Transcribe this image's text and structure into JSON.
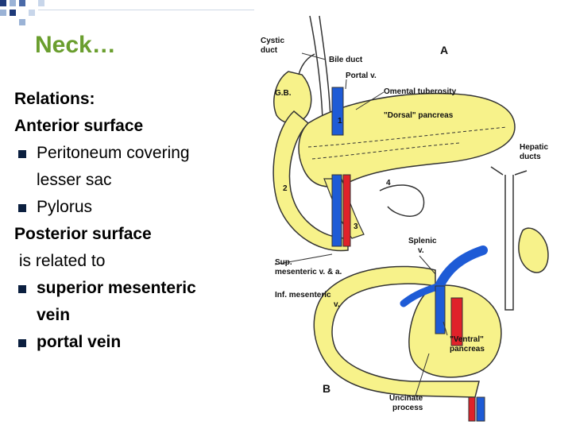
{
  "slide": {
    "title": "Neck…",
    "lines": [
      {
        "text": "Relations:",
        "bold": true
      },
      {
        "text": "Anterior surface",
        "bold": true
      },
      {
        "text": "Peritoneum covering",
        "bold": false,
        "bullet": true
      },
      {
        "text": "lesser sac",
        "bold": false,
        "indent": true
      },
      {
        "text": "Pylorus",
        "bold": false,
        "bullet": true
      },
      {
        "text": "Posterior surface",
        "bold": true
      },
      {
        "text": " is related to",
        "bold": false
      },
      {
        "text": "superior mesenteric",
        "bold": true,
        "bullet": true
      },
      {
        "text": "vein",
        "bold": true,
        "indent": true
      },
      {
        "text": "portal vein",
        "bold": true,
        "bullet": true
      }
    ]
  },
  "diagram": {
    "labels": {
      "cystic_duct": "Cystic\nduct",
      "bile_duct": "Bile duct",
      "panel_a": "A",
      "portal_v": "Portal v.",
      "gb": "G.B.",
      "omental_tuberosity": "Omental tuberosity",
      "dorsal_pancreas": "\"Dorsal\" pancreas",
      "hepatic_ducts": "Hepatic\nducts",
      "num_1": "1",
      "num_2": "2",
      "num_3": "3",
      "num_4": "4",
      "splenic_v": "Splenic\nv.",
      "sup_mesenteric": "Sup.\nmesenteric v. & a.",
      "inf_mesenteric": "Inf. mesenteric\nv.",
      "ventral_pancreas": "\"Ventral\"\npancreas",
      "panel_b": "B",
      "uncinate_process": "Uncinate\nprocess"
    },
    "colors": {
      "pancreas": "#f7f28a",
      "vein": "#1e5bd6",
      "artery": "#e0222a",
      "outline": "#333333",
      "title": "#6a9e2e",
      "bullet": "#0b1f3f"
    }
  }
}
